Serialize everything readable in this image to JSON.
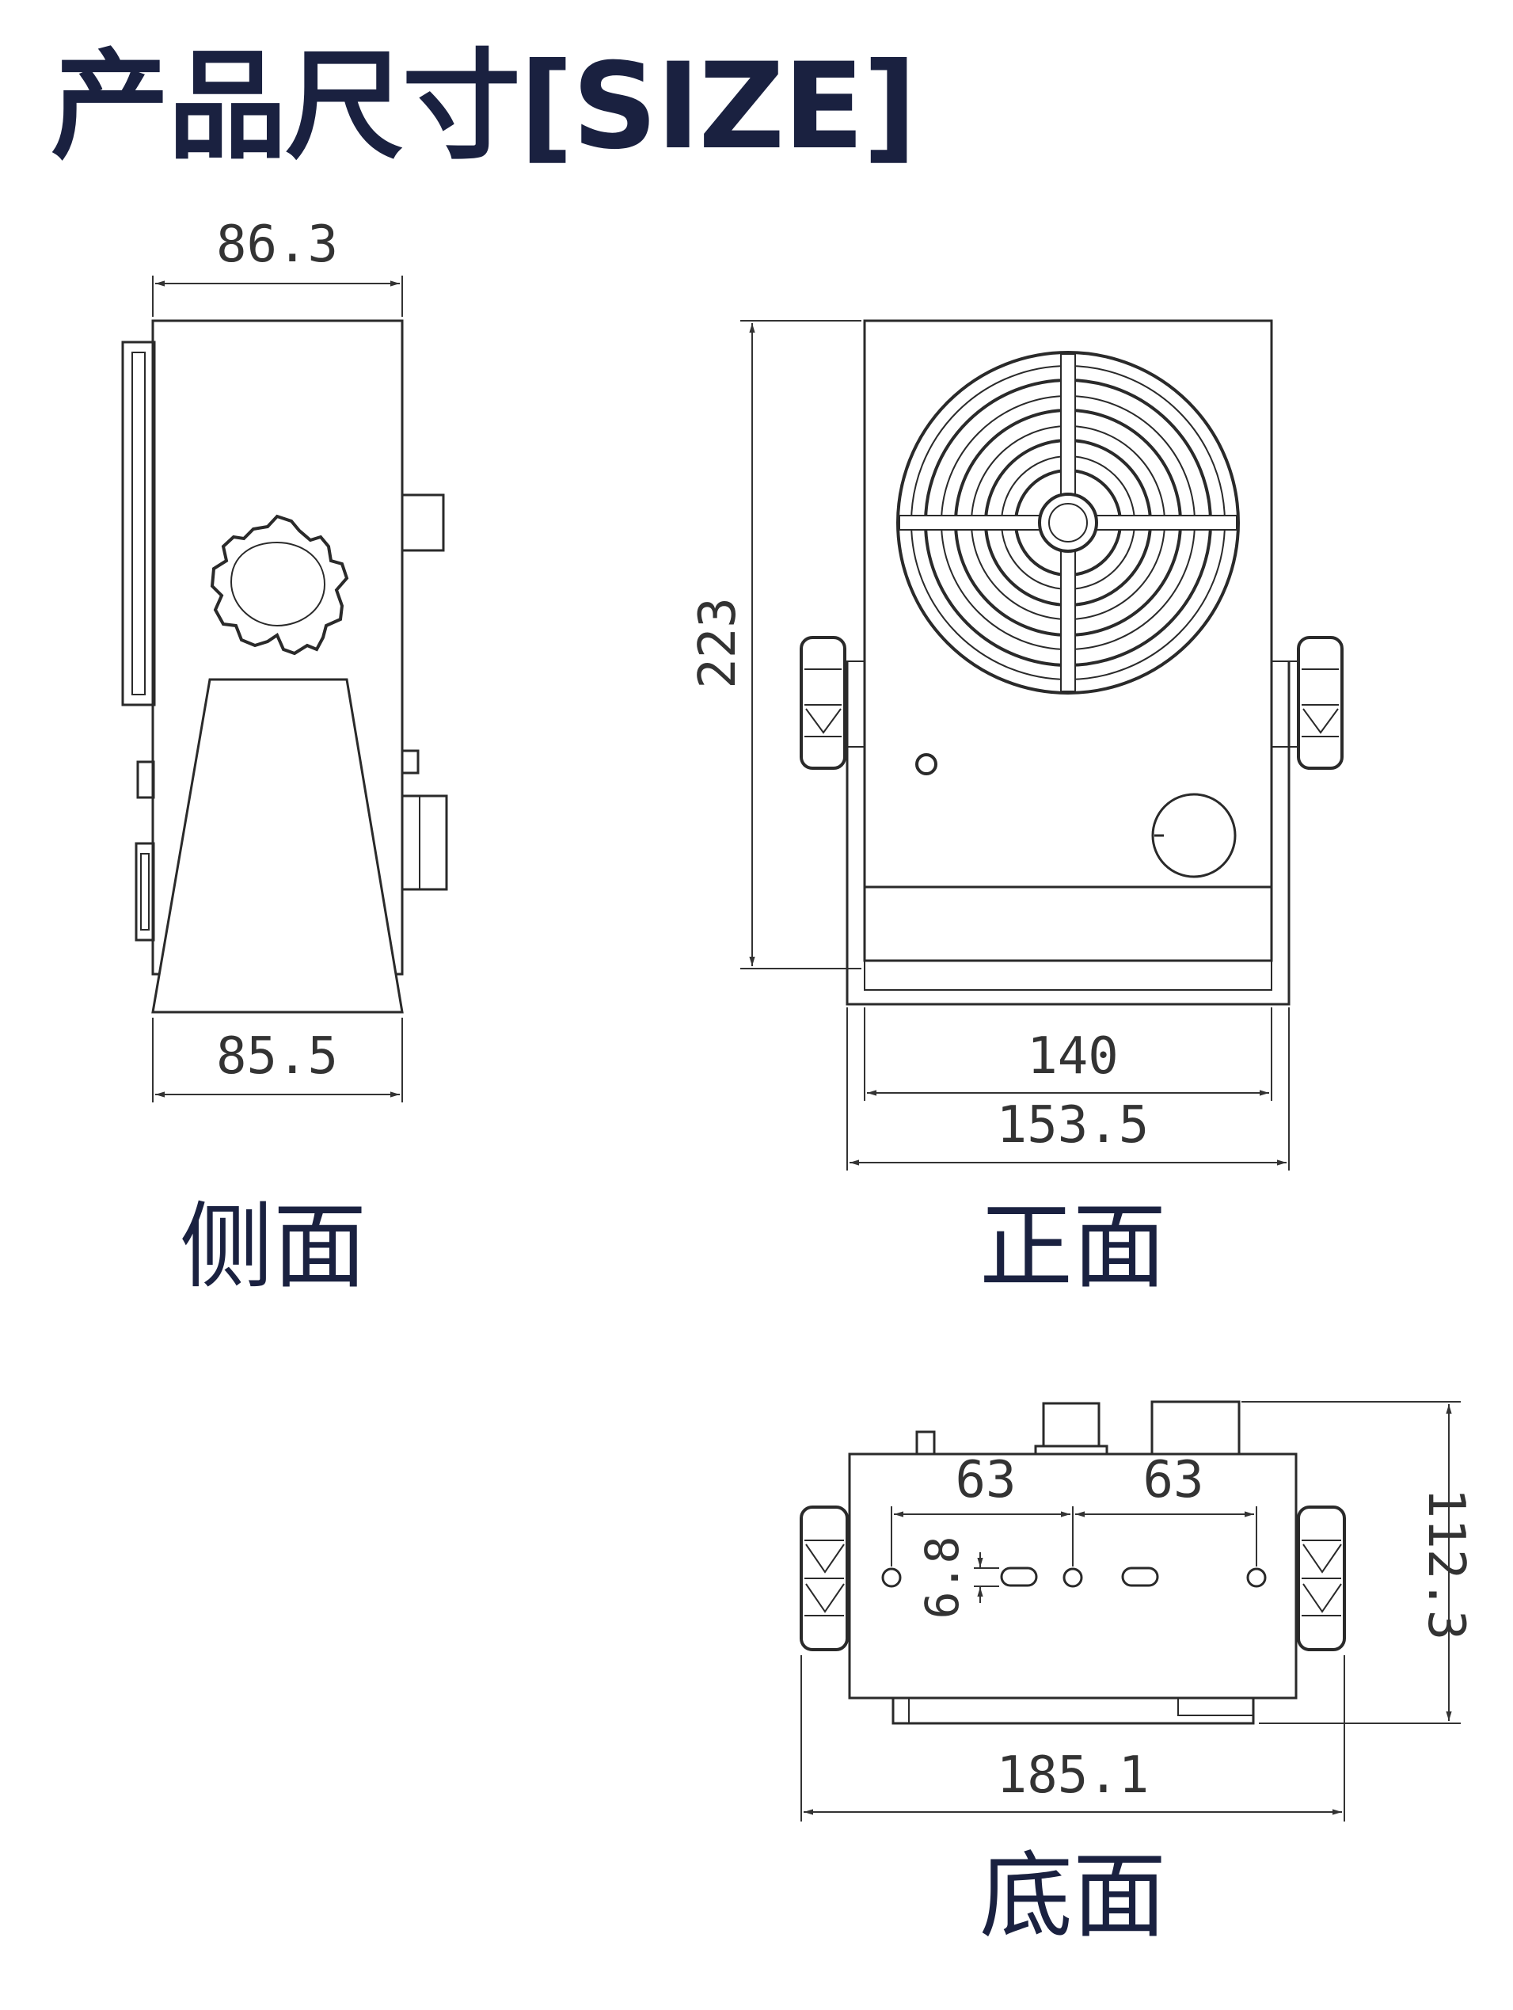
{
  "title": "产品尺寸[SIZE]",
  "side_view": {
    "caption": "侧面",
    "top_width": "86.3",
    "base_width": "85.5"
  },
  "front_view": {
    "caption": "正面",
    "height": "223",
    "inner_width": "140",
    "outer_width": "153.5"
  },
  "bottom_view": {
    "caption": "底面",
    "hole_pitch_left": "63",
    "hole_pitch_right": "63",
    "slot_width": "6.8",
    "depth": "112.3",
    "overall_width": "185.1"
  },
  "colors": {
    "title": "#1a2140",
    "line": "#2a2a2a",
    "dimension": "#333333"
  }
}
